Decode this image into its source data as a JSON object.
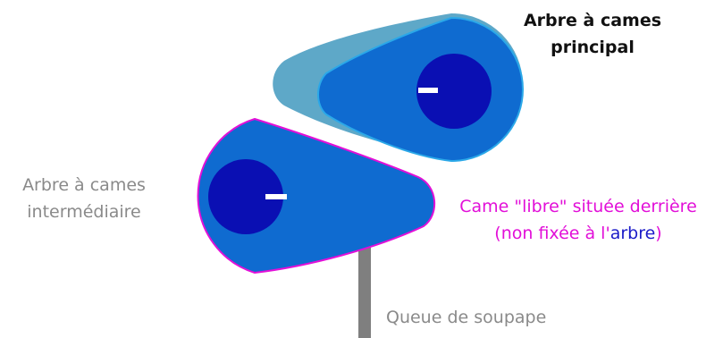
{
  "labels": {
    "main_camshaft": [
      "Arbre à cames",
      "principal"
    ],
    "intermediate_camshaft": [
      "Arbre à cames",
      "intermédiaire"
    ],
    "free_cam": {
      "line1": "Came \"libre\" située derrière",
      "line2_before": "(non fixée à l'",
      "line2_emph": "arbre",
      "line2_after": ")"
    },
    "valve_stem": "Queue de soupape"
  },
  "colors": {
    "cam_blue": "#0f6bd0",
    "shaft_dark": "#0a0fb3",
    "free_cam_light": "#5ea8c8",
    "cam_edge": "#2ba8e8",
    "magenta": "#e20fd8",
    "valve_gray": "#7f7f7f",
    "marker": "#ffffff"
  }
}
